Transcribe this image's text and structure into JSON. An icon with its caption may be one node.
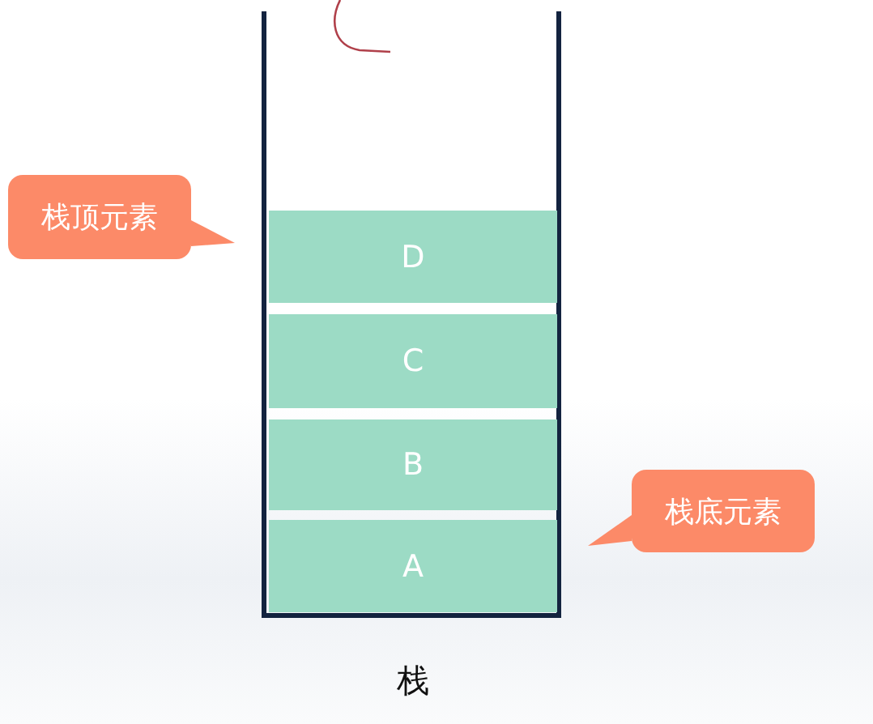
{
  "diagram": {
    "nodes": [
      {
        "text": [
          "栈"
        ]
      },
      {
        "text": [
          "D"
        ],
        "in": 0
      },
      {
        "text": [
          "C"
        ],
        "in": 0
      },
      {
        "text": [
          "B"
        ],
        "in": 0
      },
      {
        "text": [
          "A"
        ],
        "in": 0
      },
      {
        "text": [
          "栈顶元素"
        ]
      },
      {
        "text": [
          "栈底元素"
        ]
      }
    ]
  }
}
